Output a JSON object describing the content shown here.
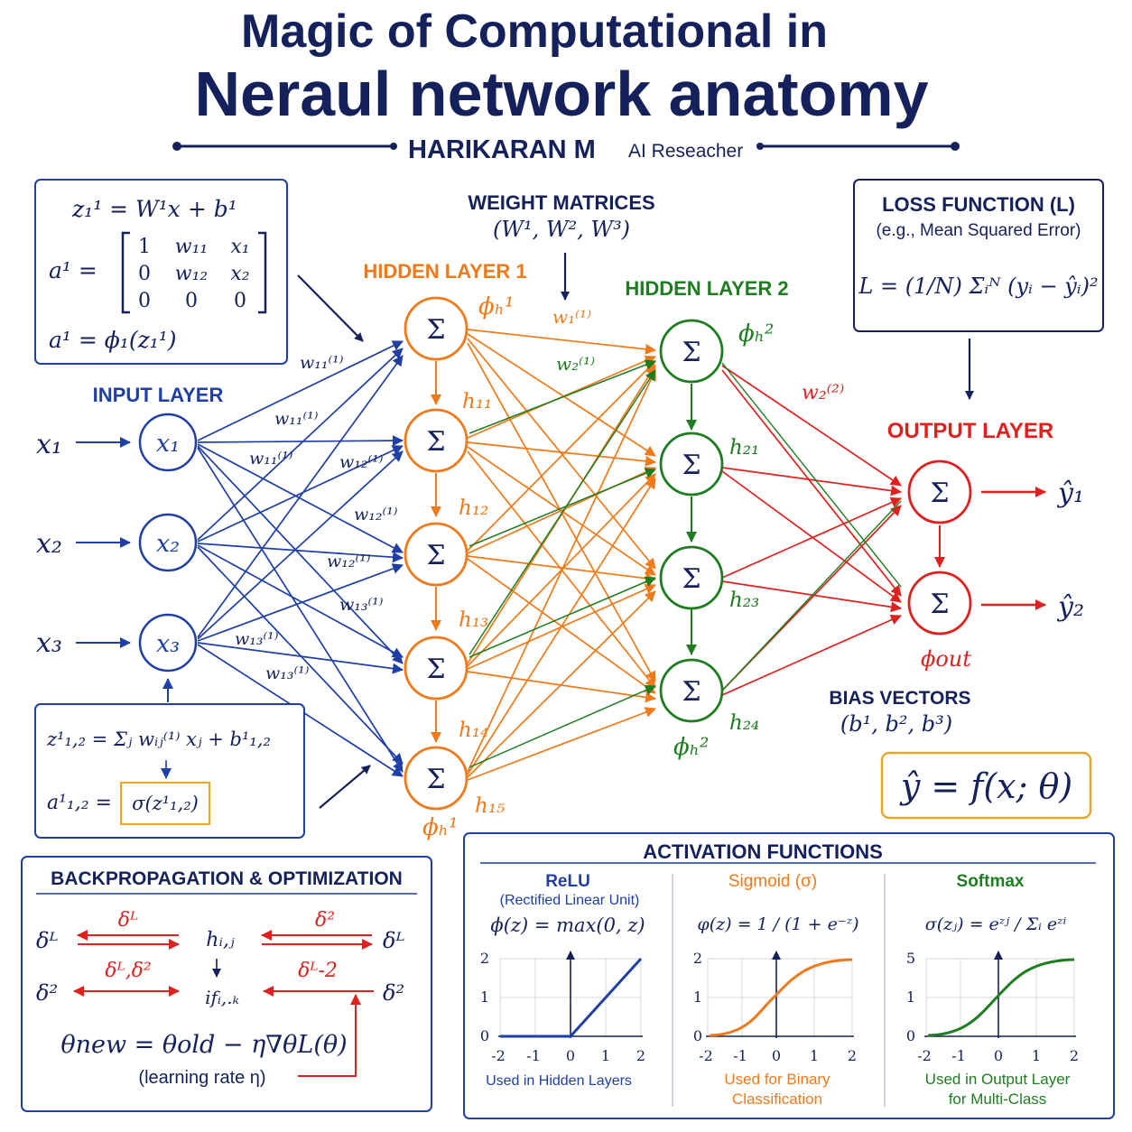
{
  "header": {
    "title_line1": "Magic of Computational in",
    "title_line2": "Neraul network anatomy",
    "author": "HARIKARAN M",
    "role": "AI Reseacher"
  },
  "colors": {
    "navy": "#15215a",
    "blue": "#1f3ea6",
    "orange": "#f07a1a",
    "green": "#1e7d20",
    "red": "#e0201e",
    "gold": "#e8a628"
  },
  "formula_box": {
    "line1": "z₁¹ = W¹x + b¹",
    "a_lhs": "a¹ =",
    "matrix_rows": [
      [
        "1",
        "w₁₁",
        "x₁"
      ],
      [
        "0",
        "w₁₂",
        "x₂"
      ],
      [
        "0",
        "0",
        "0"
      ]
    ],
    "line3": "a¹ = ϕ₁(z₁¹)"
  },
  "labels": {
    "input_layer": "INPUT LAYER",
    "hidden_layer_1": "HIDDEN LAYER 1",
    "hidden_layer_2": "HIDDEN LAYER 2",
    "output_layer": "OUTPUT LAYER",
    "weight_matrices": "WEIGHT MATRICES",
    "weight_matrices_sub": "(W¹, W², W³)",
    "bias_vectors": "BIAS VECTORS",
    "bias_vectors_sub": "(b¹, b², b³)"
  },
  "loss_box": {
    "title": "LOSS FUNCTION (L)",
    "subtitle": "(e.g., Mean Squared Error)",
    "formula": "L = (1/N) Σᵢᴺ (yᵢ − ŷᵢ)²"
  },
  "inputs": [
    "x₁",
    "x₂",
    "x₃"
  ],
  "input_nodes": [
    "x₁",
    "x₂",
    "x₃"
  ],
  "node_symbol": "Σ",
  "hidden1_labels": [
    "h₁₁",
    "h₁₂",
    "h₁₃",
    "h₁₄",
    "h₁₅"
  ],
  "hidden2_labels": [
    "h₂₁",
    "h₂₃",
    "h₂₄"
  ],
  "phi_h1": "ϕₕ¹",
  "phi_h2": "ϕₕ²",
  "phi_out": "ϕout",
  "outputs": [
    "ŷ₁",
    "ŷ₂"
  ],
  "weight_labels": {
    "blue": [
      "w₁₁⁽¹⁾",
      "w₁₁⁽¹⁾",
      "w₁₁⁽¹⁾",
      "w₁₂⁽¹⁾",
      "w₁₂⁽¹⁾",
      "w₁₂⁽¹⁾",
      "w₁₃⁽¹⁾",
      "w₁₃⁽¹⁾",
      "w₁₃⁽¹⁾"
    ],
    "orange": "w₁⁽¹⁾",
    "green": "w₂⁽¹⁾",
    "red": "w₂⁽²⁾"
  },
  "sum_box": {
    "line1": "z¹₁,₂ = Σⱼ wᵢⱼ⁽¹⁾ xⱼ + b¹₁,₂",
    "line2_lhs": "a¹₁,₂ =",
    "line2_rhs": "σ(z¹₁,₂)"
  },
  "model_formula": "ŷ = f(x; θ)",
  "backprop": {
    "title": "BACKPROPAGATION & OPTIMIZATION",
    "row1_left": "δᴸ",
    "row1_arrow_label": "δᴸ",
    "row1_middle": "hᵢ,ⱼ",
    "row1_arrow_label2": "δ²",
    "row1_right": "δᴸ",
    "row2_left": "δ²",
    "row2_arrow_label": "δᴸ,δ²",
    "row2_middle": "ifᵢ,.ₖ",
    "row2_arrow_label2": "δᴸ-2",
    "row2_right": "δ²",
    "update_rule": "θnew = θold − η∇θL(θ)",
    "update_note": "(learning rate η)"
  },
  "activation": {
    "title": "ACTIVATION FUNCTIONS",
    "panels": [
      {
        "name": "ReLU",
        "subname": "(Rectified Linear Unit)",
        "formula": "ϕ(z) = max(0, z)",
        "note1": "Used in Hidden Layers",
        "note2": "",
        "yticks": [
          "0",
          "1",
          "2"
        ]
      },
      {
        "name": "Sigmoid (σ)",
        "subname": "",
        "formula": "φ(z) = 1 / (1 + e⁻ᶻ)",
        "note1": "Used for Binary",
        "note2": "Classification",
        "yticks": [
          "0",
          "1",
          "2"
        ]
      },
      {
        "name": "Softmax",
        "subname": "",
        "formula": "σ(zⱼ) = eᶻʲ / Σᵢ eᶻⁱ",
        "note1": "Used in Output Layer",
        "note2": "for Multi-Class",
        "yticks": [
          "0",
          "1",
          "5"
        ]
      }
    ],
    "xticks": [
      "-2",
      "-1",
      "0",
      "1",
      "2"
    ]
  }
}
